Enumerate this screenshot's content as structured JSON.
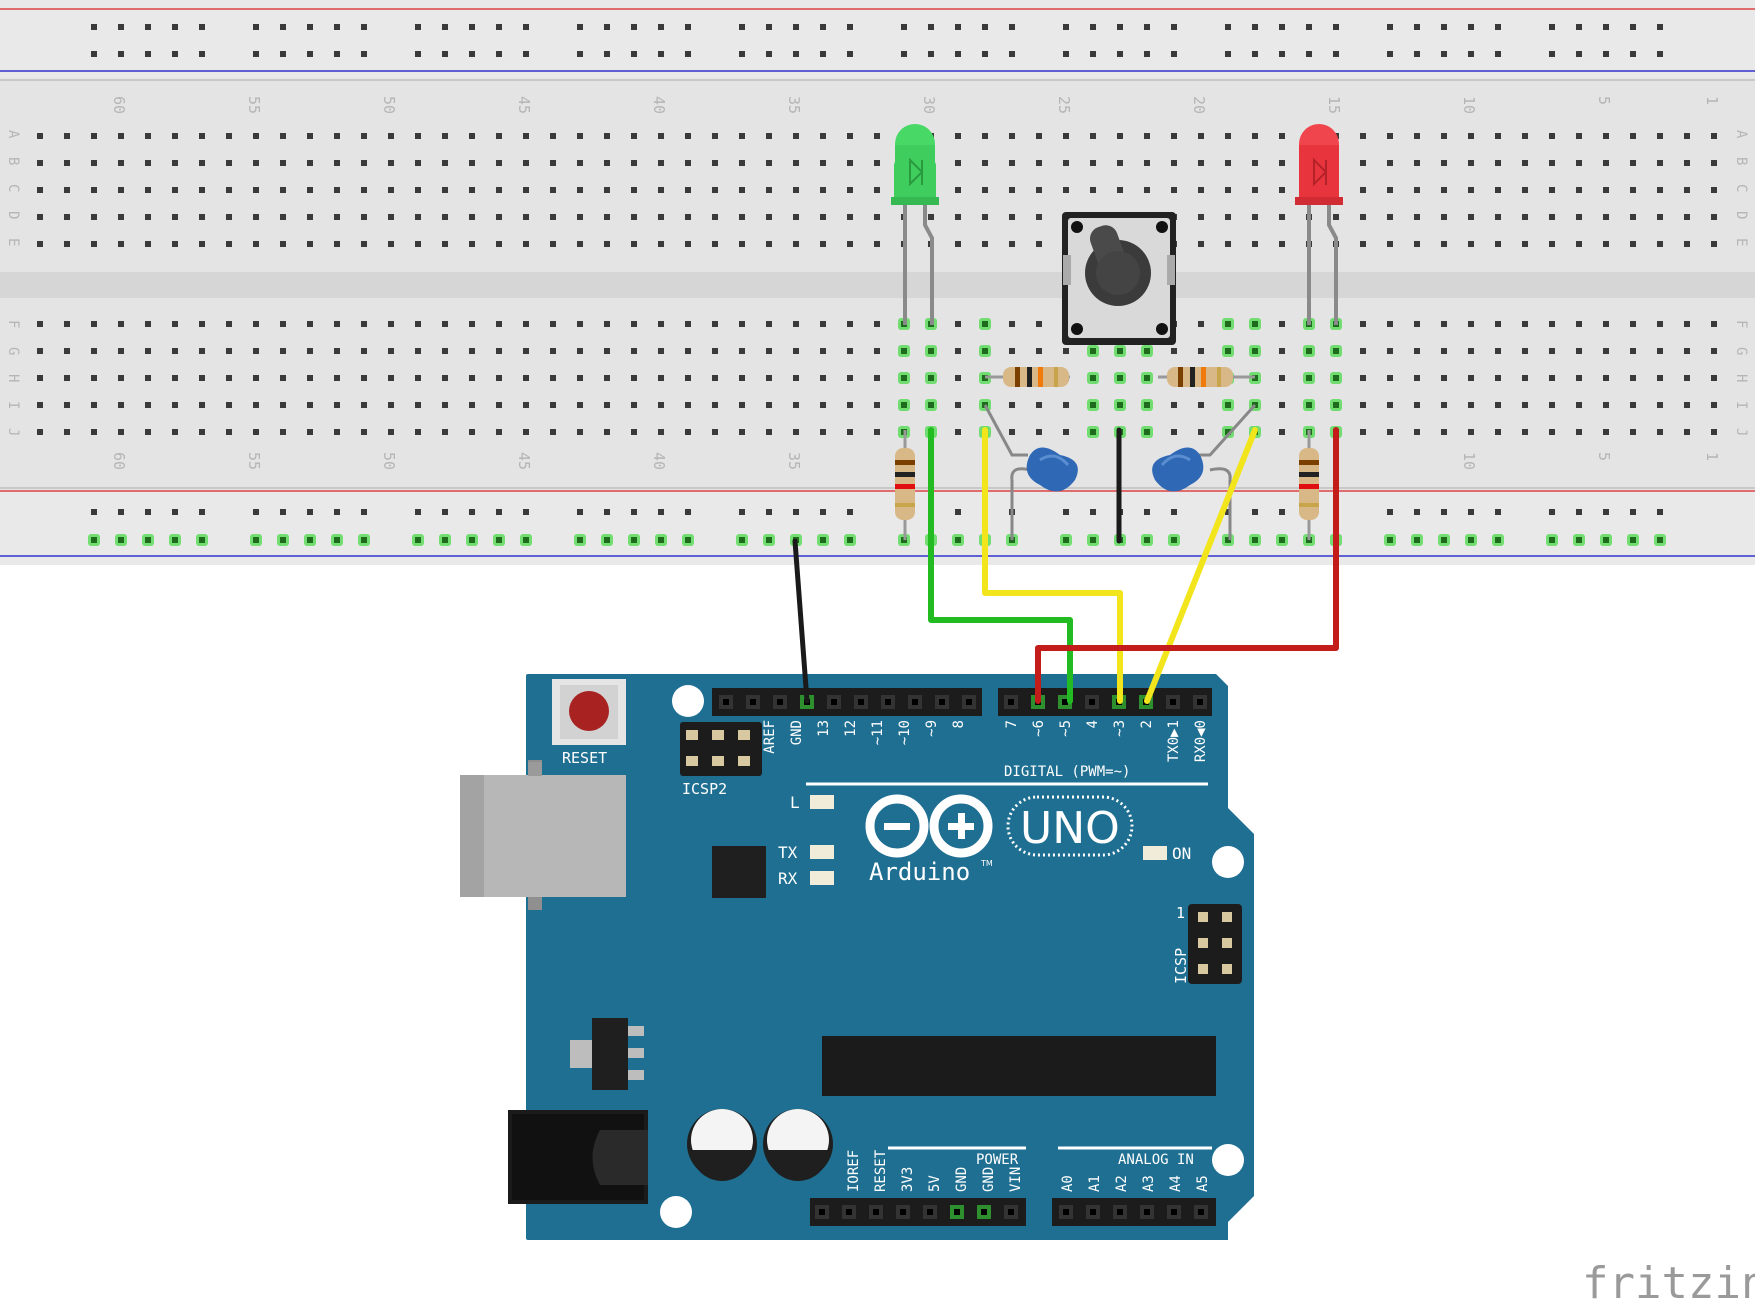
{
  "watermark": "fritzing",
  "breadboard": {
    "column_numbers": [
      "60",
      "55",
      "50",
      "45",
      "40",
      "35",
      "30",
      "25",
      "20",
      "15",
      "10",
      "5",
      "1"
    ],
    "lower_column_numbers": [
      "60",
      "55",
      "50",
      "45",
      "40",
      "35",
      "10",
      "5",
      "1"
    ],
    "row_letters_top": [
      "A",
      "B",
      "C",
      "D",
      "E"
    ],
    "row_letters_bottom": [
      "F",
      "G",
      "H",
      "I",
      "J"
    ]
  },
  "arduino": {
    "reset_label": "RESET",
    "icsp2_label": "ICSP2",
    "icsp_label": "ICSP",
    "icsp_pin1": "1",
    "digital_label": "DIGITAL (PWM=~)",
    "digital_pins_left": [
      "AREF",
      "GND",
      "13",
      "12",
      "~11",
      "~10",
      "~9",
      "8"
    ],
    "digital_pins_right": [
      "7",
      "~6",
      "~5",
      "4",
      "~3",
      "2",
      "TX0▶1",
      "RX0◀0"
    ],
    "led_labels": [
      "L",
      "TX",
      "RX"
    ],
    "on_label": "ON",
    "brand": "Arduino",
    "tm": "TM",
    "model": "UNO",
    "power_label": "POWER",
    "power_pins": [
      "IOREF",
      "RESET",
      "3V3",
      "5V",
      "GND",
      "GND",
      "VIN"
    ],
    "analog_label": "ANALOG IN",
    "analog_pins": [
      "A0",
      "A1",
      "A2",
      "A3",
      "A4",
      "A5"
    ]
  },
  "colors": {
    "board": "#1f6f92",
    "breadboard": "#e6e6e6",
    "wire_black": "#1a1a1a",
    "wire_green": "#22bb22",
    "wire_yellow": "#f2e51c",
    "wire_red": "#c41b1b",
    "led_green": "#3fce5d",
    "led_red": "#e8353d"
  }
}
